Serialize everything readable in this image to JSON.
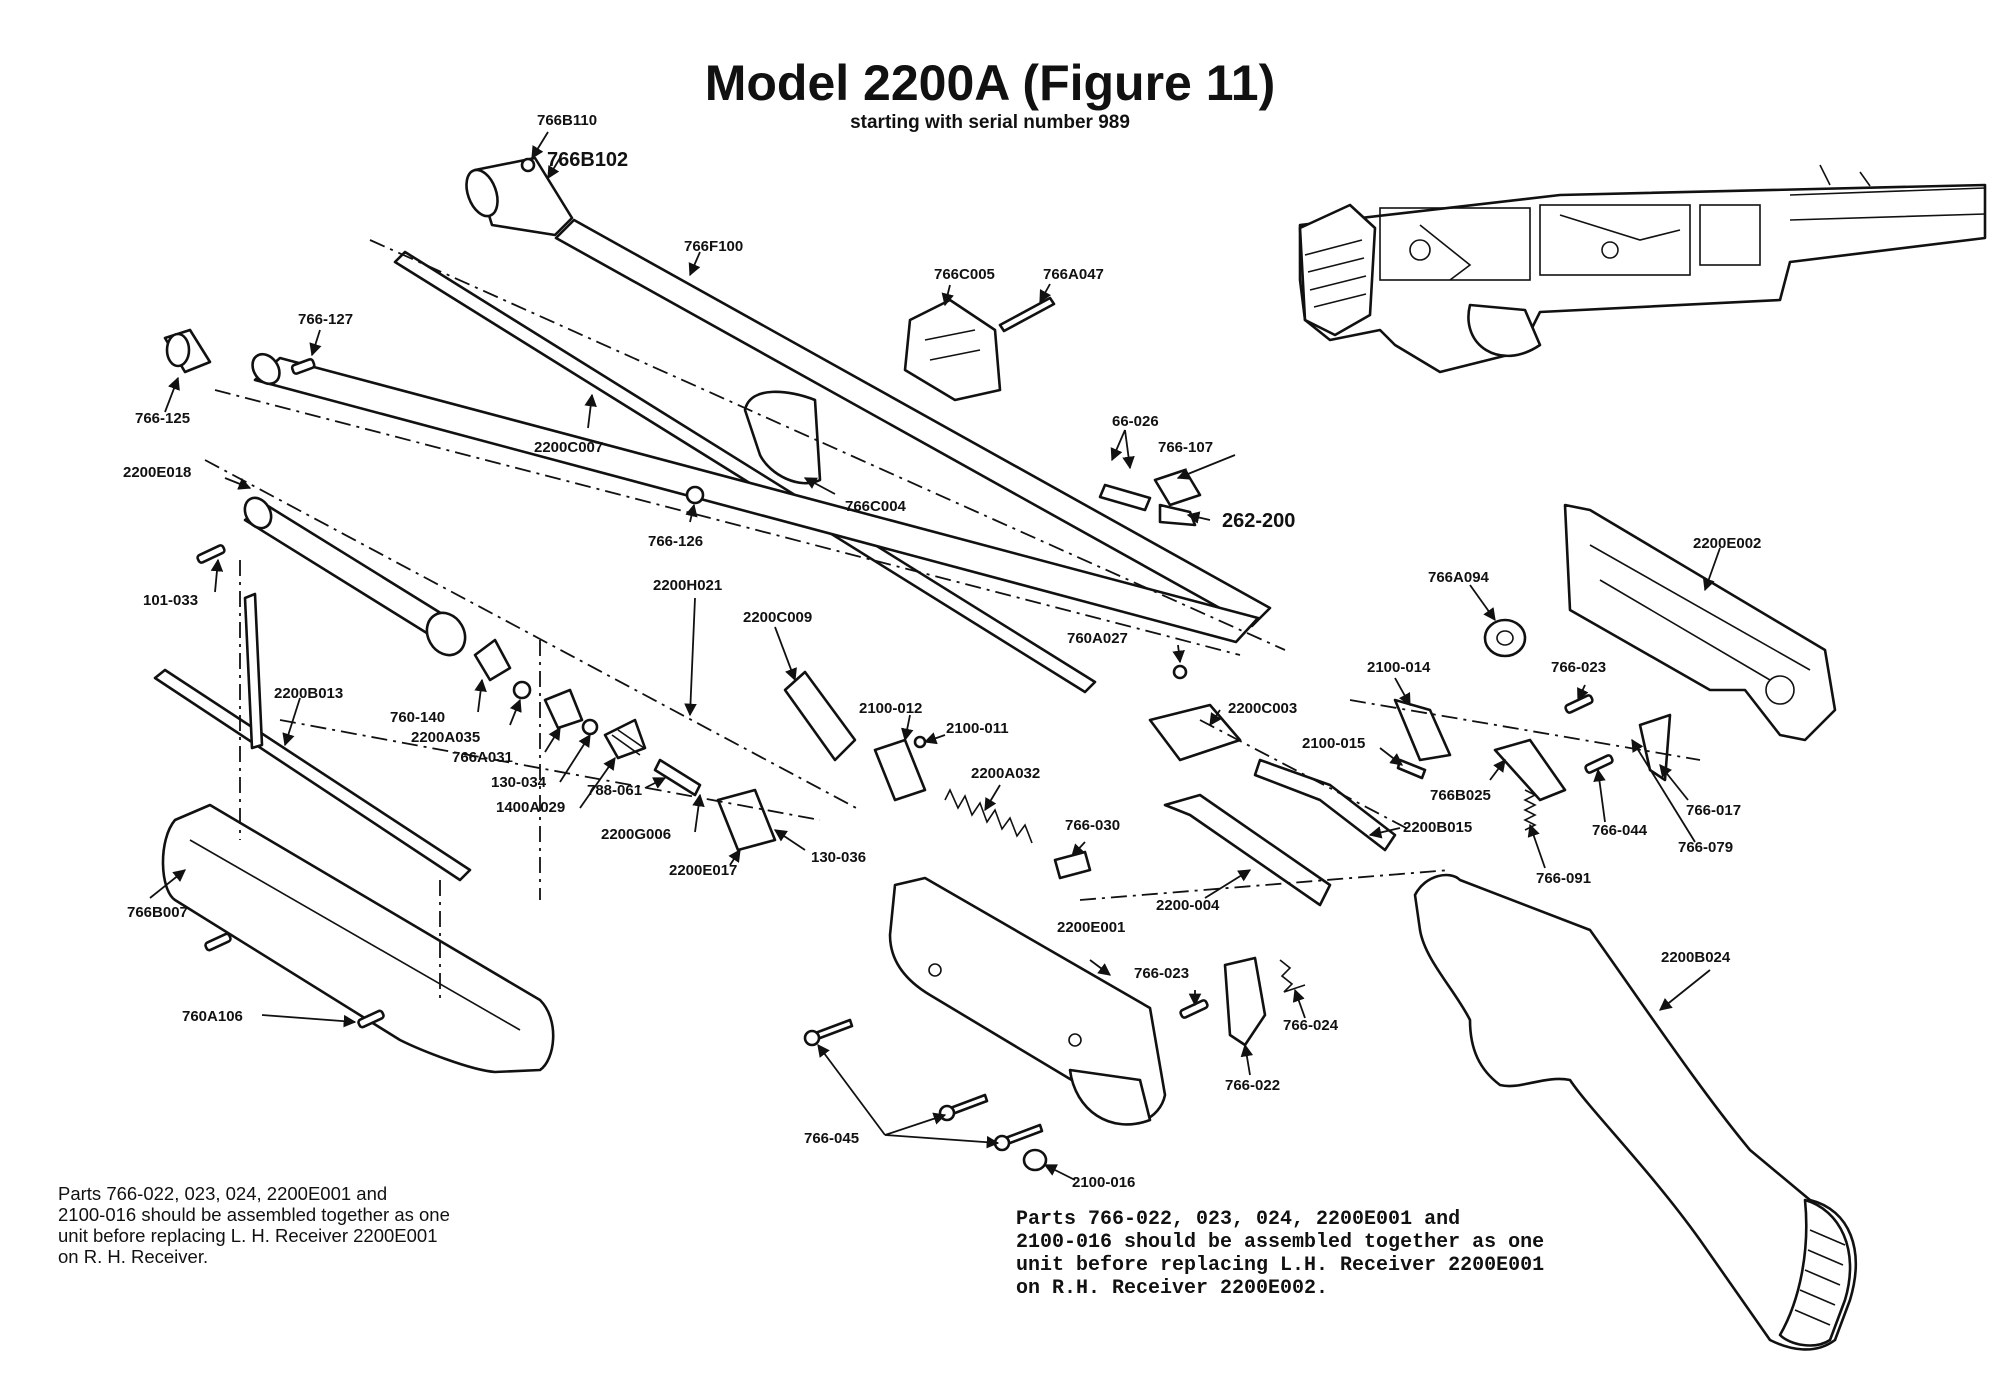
{
  "title": "Model 2200A (Figure 11)",
  "subtitle": "starting with serial number 989",
  "notes": {
    "left": "Parts 766-022, 023, 024, 2200E001 and\n2100-016 should be assembled together as one\nunit before replacing L. H. Receiver 2200E001\non R. H. Receiver.",
    "right": "Parts 766-022, 023, 024, 2200E001 and\n2100-016 should be assembled together as one\nunit before replacing L.H. Receiver 2200E001\non R.H. Receiver 2200E002."
  },
  "labels": {
    "p766B110": "766B110",
    "p766B102": "766B102",
    "p766F100": "766F100",
    "p766_127": "766-127",
    "p766_125": "766-125",
    "p2200C007": "2200C007",
    "p2200E018": "2200E018",
    "p766C005": "766C005",
    "p766A047": "766A047",
    "p766C004": "766C004",
    "p766_126": "766-126",
    "p66_026": "66-026",
    "p766_107": "766-107",
    "p262_200": "262-200",
    "p101_033": "101-033",
    "p2200H021": "2200H021",
    "p2200C009": "2200C009",
    "p760A027": "760A027",
    "p766A094": "766A094",
    "p2200E002": "2200E002",
    "p2200B013": "2200B013",
    "p760_140": "760-140",
    "p2200A035": "2200A035",
    "p766A031": "766A031",
    "p130_034": "130-034",
    "p1400A029": "1400A029",
    "p788_061": "788-061",
    "p2200G006": "2200G006",
    "p2200E017": "2200E017",
    "p130_036": "130-036",
    "p2100_012": "2100-012",
    "p2100_011": "2100-011",
    "p2200A032": "2200A032",
    "p2200C003": "2200C003",
    "p2100_014": "2100-014",
    "p2100_015": "2100-015",
    "p766B025": "766B025",
    "p766_023a": "766-023",
    "p766_017": "766-017",
    "p766_044": "766-044",
    "p766_079": "766-079",
    "p766_091": "766-091",
    "p766_030": "766-030",
    "p2200B015": "2200B015",
    "p2200_004": "2200-004",
    "p2200E001": "2200E001",
    "p766_023b": "766-023",
    "p766_024": "766-024",
    "p766_022": "766-022",
    "p2200B024": "2200B024",
    "p766B007": "766B007",
    "p760A106": "760A106",
    "p766_045": "766-045",
    "p2100_016": "2100-016"
  }
}
